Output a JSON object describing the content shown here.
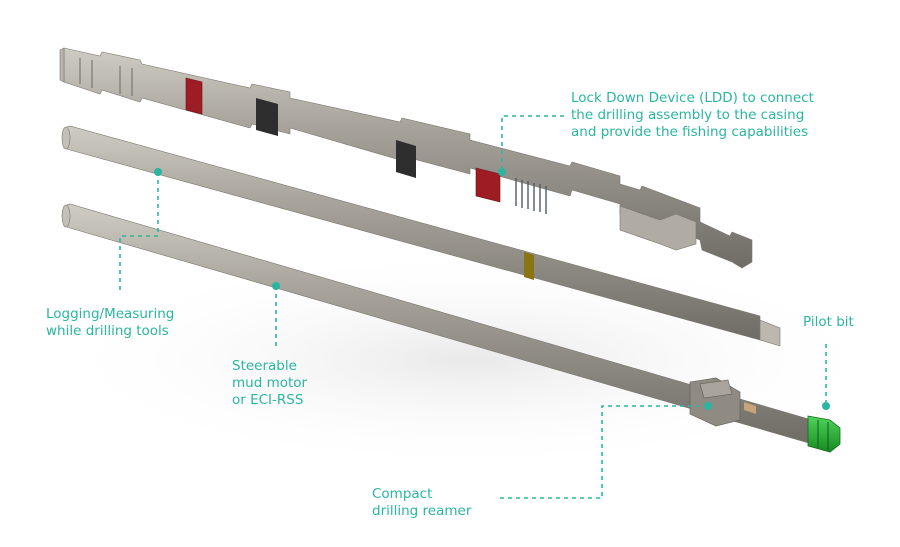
{
  "diagram": {
    "accent_color": "#2bb5a0",
    "pipe_color": "#9a968e",
    "band_red": "#9e1c24",
    "band_dark": "#2e2e2e",
    "band_yellow": "#8a7414",
    "bit_green": "#22a832",
    "labels": {
      "ldd": [
        "Lock Down Device (LDD) to connect",
        "the drilling  assembly to the casing",
        "and provide the fishing capabilities"
      ],
      "lwd": [
        "Logging/Measuring",
        "while drilling  tools"
      ],
      "motor": [
        "Steerable",
        "mud motor",
        "or ECI-RSS"
      ],
      "reamer": [
        "Compact",
        "drilling  reamer"
      ],
      "pilot_bit": [
        "Pilot bit"
      ]
    }
  }
}
